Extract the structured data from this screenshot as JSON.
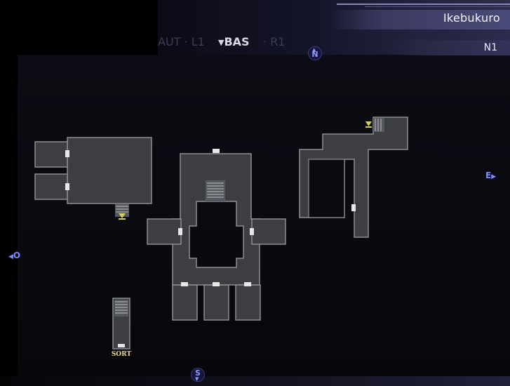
{
  "location": {
    "name": "Ikebukuro",
    "floor": "N1"
  },
  "tabs": {
    "left": "AUT · L1",
    "active": "BAS",
    "right": "· R1"
  },
  "compass": {
    "north": "N",
    "south": "S",
    "east": "E",
    "west": "O"
  },
  "map_labels": {
    "terminal": "SORT"
  },
  "icons": {
    "tab_marker": "down-triangle-icon",
    "stairs": "stairs-icon",
    "terminal": "terminal-marker-icon",
    "door": "door-marker-icon",
    "up_marker": "triangle-marker-icon"
  },
  "colors": {
    "room_fill": "#3c3e42",
    "room_stroke": "#8c8e94",
    "door": "#e6e6e6",
    "marker": "#d6cf5a",
    "compass": "#7a8cff",
    "title_text": "#f2f2ff"
  }
}
